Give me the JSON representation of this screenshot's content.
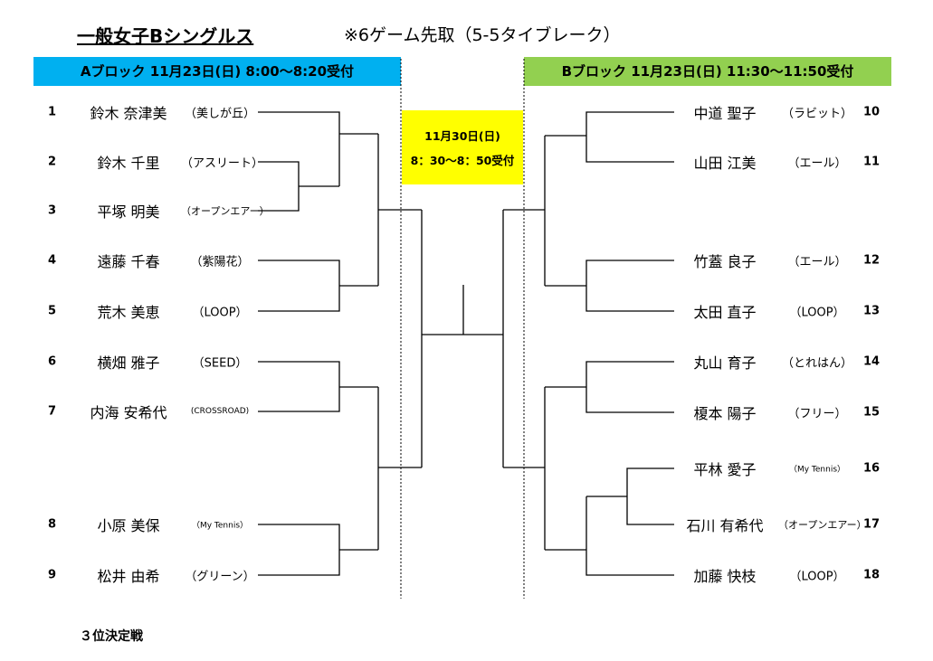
{
  "title": "一般女子Bシングルス",
  "note": "※6ゲーム先取（5-5タイブレーク）",
  "block_a": "Aブロック  11月23日(日)   8:00～8:20受付",
  "block_b": "Bブロック   11月23日(日)   11:30～11:50受付",
  "final": {
    "date": "11月30日(日)",
    "time": "8：30～8：50受付"
  },
  "third_place": "３位決定戦",
  "left_players": [
    {
      "num": "1",
      "name": "鈴木 奈津美",
      "club": "（美しが丘）"
    },
    {
      "num": "2",
      "name": "鈴木 千里",
      "club": "（アスリート）"
    },
    {
      "num": "3",
      "name": "平塚 明美",
      "club": "（オープンエアー）"
    },
    {
      "num": "4",
      "name": "遠藤 千春",
      "club": "（紫陽花）"
    },
    {
      "num": "5",
      "name": "荒木 美恵",
      "club": "（LOOP）"
    },
    {
      "num": "6",
      "name": "横畑 雅子",
      "club": "（SEED）"
    },
    {
      "num": "7",
      "name": "内海 安希代",
      "club": "(CROSSROAD)"
    },
    {
      "num": "8",
      "name": "小原 美保",
      "club": "（My Tennis）"
    },
    {
      "num": "9",
      "name": "松井 由希",
      "club": "（グリーン）"
    }
  ],
  "right_players": [
    {
      "num": "10",
      "name": "中道 聖子",
      "club": "（ラビット）"
    },
    {
      "num": "11",
      "name": "山田 江美",
      "club": "（エール）"
    },
    {
      "num": "12",
      "name": "竹蓋 良子",
      "club": "（エール）"
    },
    {
      "num": "13",
      "name": "太田 直子",
      "club": "（LOOP）"
    },
    {
      "num": "14",
      "name": "丸山 育子",
      "club": "（とれはん）"
    },
    {
      "num": "15",
      "name": "榎本 陽子",
      "club": "（フリー）"
    },
    {
      "num": "16",
      "name": "平林 愛子",
      "club": "（My Tennis）"
    },
    {
      "num": "17",
      "name": "石川 有希代",
      "club": "（オープンエアー）"
    },
    {
      "num": "18",
      "name": "加藤 快枝",
      "club": "（LOOP）"
    }
  ]
}
